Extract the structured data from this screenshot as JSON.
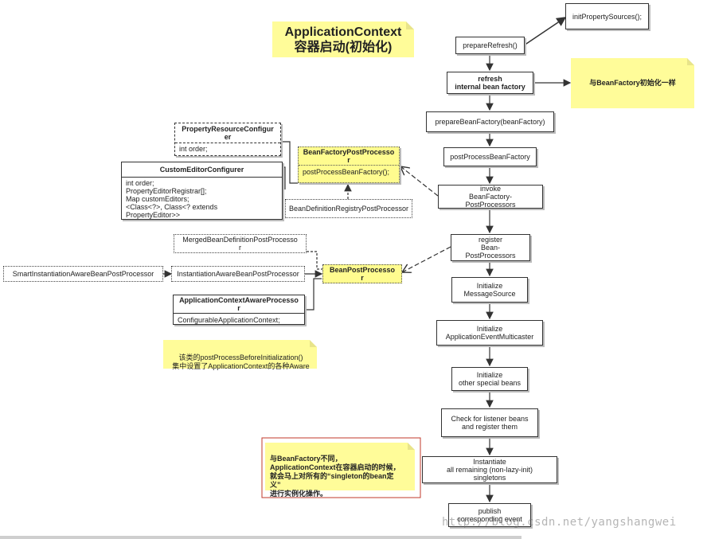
{
  "title": "ApplicationContext\n容器启动(初始化)",
  "flow": {
    "init_property_sources": "initPropertySources();",
    "prepare_refresh": "prepareRefresh()",
    "refresh_bean_factory": "refresh\ninternal bean factory",
    "prepare_bean_factory": "prepareBeanFactory(beanFactory)",
    "post_process_bean_factory": "postProcessBeanFactory",
    "invoke_post_processors": "invoke\nBeanFactory-\nPostProcessors",
    "register_post_processors": "register\nBean-\nPostProcessors",
    "init_message_source": "Initialize\nMessageSource",
    "init_multicaster": "Initialize\nApplicationEventMulticaster",
    "init_special_beans": "Initialize\nother special beans",
    "check_listeners": "Check for listener beans\nand register them",
    "instantiate_singletons": "Instantiate\nall remaining (non-lazy-init)\nsingletons",
    "publish_event": "publish\ncorresponding event"
  },
  "notes": {
    "same_as_bean_factory": "与BeanFactory初始化一样",
    "aware_note": "该类的postProcessBeforeInitialization()\n集中设置了ApplicationContext的各种Aware",
    "singleton_note": "与BeanFactory不同，\nApplicationContext在容器启动的时候，\n就会马上对所有的“singleton的bean定\n义”\n进行实例化操作。"
  },
  "classes": {
    "property_resource_configurer": {
      "title": "PropertyResourceConfigur\ner",
      "body": "int order;"
    },
    "custom_editor_configurer": {
      "title": "CustomEditorConfigurer",
      "body": "int order;\nPropertyEditorRegistrar[];\nMap customEditors;\n<Class<?>, Class<? extends\nPropertyEditor>>"
    },
    "bean_factory_post_processor": {
      "title": "BeanFactoryPostProcesso\nr",
      "body": "postProcessBeanFactory();"
    },
    "bean_definition_registry_post_processor": "BeanDefinitionRegistryPostProcessor",
    "merged_bean_definition_post_processor": "MergedBeanDefinitionPostProcesso\nr",
    "smart_instantiation_aware": "SmartInstantiationAwareBeanPostProcessor",
    "instantiation_aware": "InstantiationAwareBeanPostProcessor",
    "bean_post_processor": "BeanPostProcesso\nr",
    "application_context_aware_processor": {
      "title": "ApplicationContextAwareProcesso\nr",
      "body": "ConfigurableApplicationContext;"
    }
  },
  "watermark": "http://blog.csdn.net/yangshangwei",
  "colors": {
    "note_yellow": "#fffc99",
    "class_yellow": "#fffc8f",
    "red_border": "#c0392b"
  }
}
